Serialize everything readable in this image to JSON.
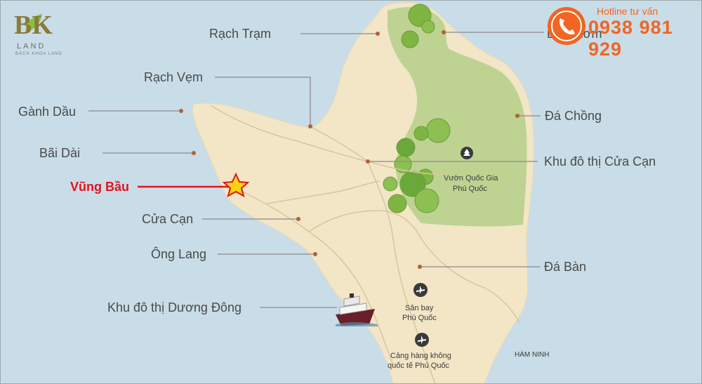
{
  "brand": {
    "logo_letters": "BK",
    "logo_word": "LAND",
    "logo_sub": "BÁCH KHOA LAND"
  },
  "hotline": {
    "title": "Hotline tư vấn",
    "number": "0938 981 929"
  },
  "colors": {
    "sea": "#c9dde8",
    "land": "#f2e6c7",
    "park": "#b8d08c",
    "accent": "#f26522",
    "marker": "#e0141e"
  },
  "labels": {
    "rach_tram": "Rạch Trạm",
    "bai_thom": "Bãi Thơm",
    "rach_vem": "Rạch Vẹm",
    "ganh_dau": "Gành Dầu",
    "da_chong": "Đá Chồng",
    "bai_dai": "Bãi Dài",
    "khu_do_thi_cua_can": "Khu đô thị Cửa Cạn",
    "vung_bau": "Vũng Bầu",
    "cua_can": "Cửa Cạn",
    "ong_lang": "Ông Lang",
    "da_ban": "Đá Bàn",
    "khu_do_thi_duong_dong": "Khu đô thị Dương Đông",
    "ham_ninh": "HÀM NINH"
  },
  "park": {
    "line1": "Vườn Quốc Gia",
    "line2": "Phú Quốc"
  },
  "airport": {
    "line1": "Sân bay",
    "line2": "Phú Quốc"
  },
  "intl_airport": {
    "line1": "Cảng hàng không",
    "line2": "quốc tế Phú Quốc"
  },
  "icons": {
    "park": "tree-icon",
    "airport": "plane-icon",
    "port": "ship-icon",
    "highlight": "star-icon",
    "hotline": "phone-icon"
  }
}
